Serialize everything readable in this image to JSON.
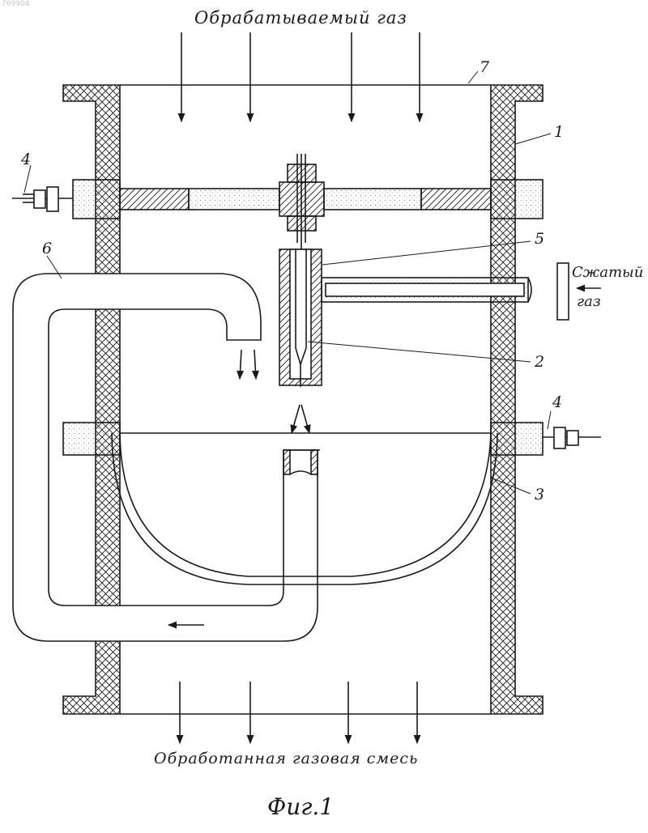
{
  "document_id": "769904",
  "labels": {
    "inlet_gas": "Обрабатываемый газ",
    "outlet_mixture": "Обработанная газовая смесь",
    "compressed_gas_line1": "Сжатый",
    "compressed_gas_line2": "газ",
    "figure_caption": "Фиг.1"
  },
  "reference_numerals": {
    "body": "1",
    "nozzle": "2",
    "bowl": "3",
    "electrode_terminal_left": "4",
    "electrode_terminal_right": "4",
    "sleeve": "5",
    "return_pipe": "6",
    "housing_top": "7"
  }
}
